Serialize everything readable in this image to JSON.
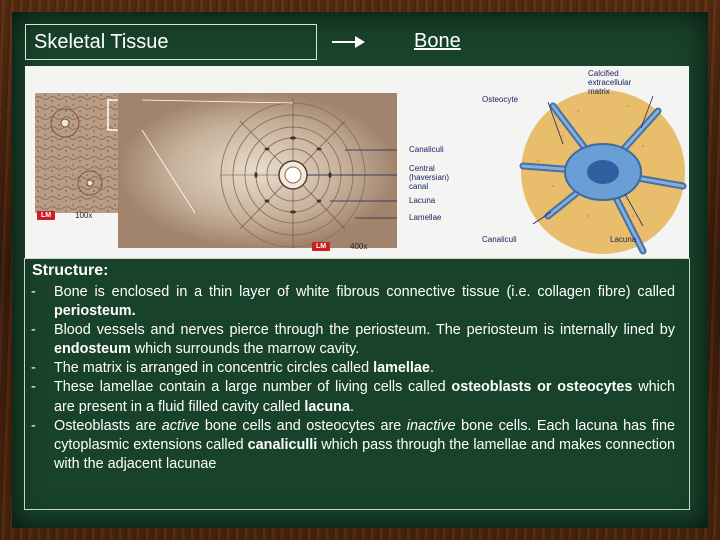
{
  "header": {
    "title": "Skeletal Tissue",
    "link": "Bone"
  },
  "figure": {
    "micro_labels": {
      "canaliculi": "Canaliculi",
      "central_canal": "Central\n(haversian)\ncanal",
      "lacuna": "Lacuna",
      "lamellae": "Lamellae"
    },
    "lm_badge": "LM",
    "mag_low": "100x",
    "mag_high": "400x",
    "diagram_labels": {
      "osteocyte": "Osteocyte",
      "matrix": "Calcified\nextracellular\nmatrix",
      "canaliculi": "Canaliculi",
      "lacuna": "Lacuna"
    }
  },
  "content": {
    "heading": "Structure:",
    "dash": "-",
    "items": [
      [
        {
          "t": "Bone is enclosed in a thin layer of white fibrous connective tissue (i.e. collagen fibre) called ",
          "s": "n"
        },
        {
          "t": "periosteum.",
          "s": "b"
        }
      ],
      [
        {
          "t": "Blood vessels and nerves pierce through the periosteum. The periosteum is internally lined by ",
          "s": "n"
        },
        {
          "t": "endosteum",
          "s": "b"
        },
        {
          "t": " which surrounds the marrow cavity.",
          "s": "n"
        }
      ],
      [
        {
          "t": "The matrix is arranged in concentric circles called ",
          "s": "n"
        },
        {
          "t": "lamellae",
          "s": "b"
        },
        {
          "t": ".",
          "s": "n"
        }
      ],
      [
        {
          "t": "These lamellae contain a large number of living cells called ",
          "s": "n"
        },
        {
          "t": "osteoblasts or osteocytes",
          "s": "b"
        },
        {
          "t": " which are  present in a fluid filled cavity called ",
          "s": "n"
        },
        {
          "t": "lacuna",
          "s": "b"
        },
        {
          "t": ".",
          "s": "n"
        }
      ],
      [
        {
          "t": "Osteoblasts are ",
          "s": "n"
        },
        {
          "t": "active",
          "s": "i"
        },
        {
          "t": " bone cells and osteocytes are ",
          "s": "n"
        },
        {
          "t": "inactive",
          "s": "i"
        },
        {
          "t": " bone cells. Each lacuna has fine  cytoplasmic extensions called ",
          "s": "n"
        },
        {
          "t": "canaliculli",
          "s": "b"
        },
        {
          "t": " which pass through the lamellae and makes connection  with the adjacent lacunae",
          "s": "n"
        }
      ]
    ]
  }
}
